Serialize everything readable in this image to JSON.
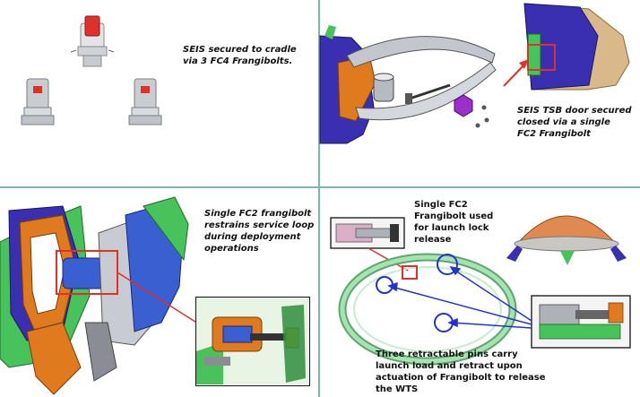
{
  "quadrants": {
    "top_left": {
      "caption": "SEIS secured to cradle\nvia 3 FC4 Frangibolts."
    },
    "top_right": {
      "caption": "SEIS TSB door secured\nclosed via a single\nFC2 Frangibolt"
    },
    "bottom_left": {
      "caption": "Single FC2 frangibolt\nrestrains service loop\nduring deployment\noperations"
    },
    "bottom_right": {
      "caption_top": "Single FC2\nFrangibolt used\nfor launch lock\nrelease",
      "caption_bottom": "Three retractable pins carry\nlaunch load and retract upon\nactuation of Frangibolt to release\nthe WTS"
    }
  },
  "colors": {
    "divider": "#7fb3b1",
    "callout_red": "#e0302a",
    "callout_blue": "#2233cc",
    "orange": "#e07a1e",
    "purple": "#3a2fb0",
    "green": "#48c25a",
    "gray": "#b8bcc4"
  }
}
